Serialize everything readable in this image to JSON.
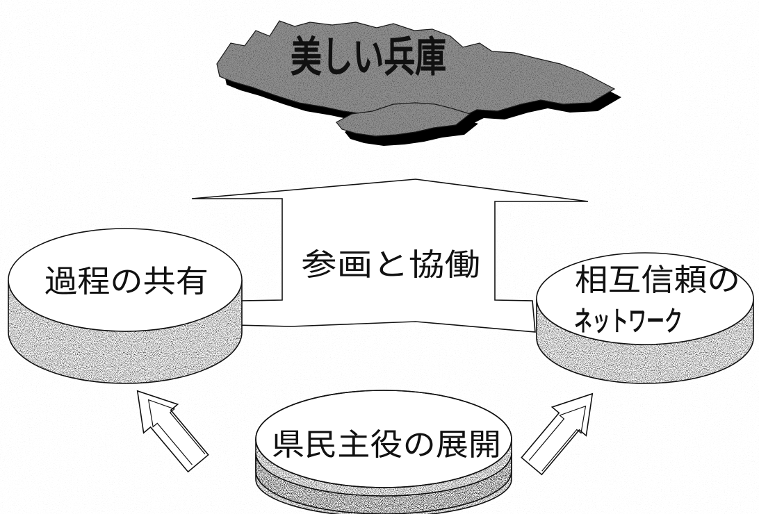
{
  "title": "美しい兵庫",
  "center_label": "参画と協働",
  "left_disc": {
    "label": "過程の共有"
  },
  "right_disc": {
    "label_line1": "相互信頼の",
    "label_line2": "ネットワーク"
  },
  "bottom_disc": {
    "label": "県民主役の展開"
  },
  "colors": {
    "ink": "#111111",
    "paper": "#ffffff",
    "texture": "#9a9a9a",
    "island_fill": "#8f8f8f",
    "island_shadow": "#000000"
  }
}
